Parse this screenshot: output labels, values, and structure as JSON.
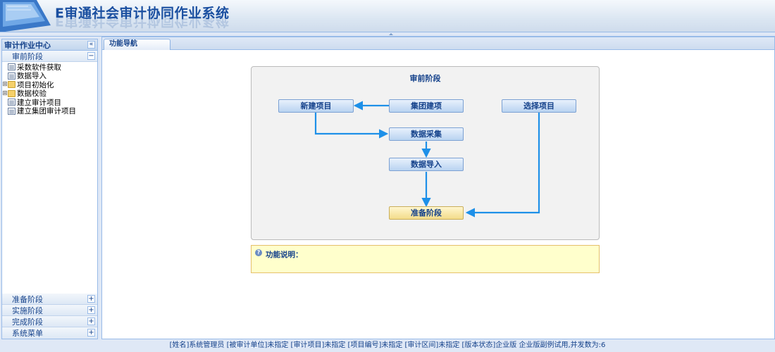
{
  "app": {
    "title": "E审通社会审计协同作业系统"
  },
  "west": {
    "title": "审计作业中心",
    "collapse_symbol": "«",
    "active_section": {
      "label": "审前阶段",
      "tool": "−"
    },
    "tree": [
      {
        "label": "采数软件获取",
        "icon": "doc-icon",
        "expandable": false
      },
      {
        "label": "数据导入",
        "icon": "doc-icon",
        "expandable": false
      },
      {
        "label": "项目初始化",
        "icon": "folder-icon",
        "expandable": true
      },
      {
        "label": "数据校验",
        "icon": "folder-icon",
        "expandable": true
      },
      {
        "label": "建立审计项目",
        "icon": "doc-icon",
        "expandable": false
      },
      {
        "label": "建立集团审计项目",
        "icon": "doc-icon",
        "expandable": false
      }
    ],
    "sections": [
      {
        "label": "准备阶段",
        "tool": "+"
      },
      {
        "label": "实施阶段",
        "tool": "+"
      },
      {
        "label": "完成阶段",
        "tool": "+"
      },
      {
        "label": "系统菜单",
        "tool": "+"
      }
    ]
  },
  "center": {
    "tab": "功能导航",
    "flow": {
      "title": "审前阶段",
      "nodes": {
        "new_project": "新建项目",
        "group_project": "集团建项",
        "select_project": "选择项目",
        "data_collect": "数据采集",
        "data_import": "数据导入",
        "prepare_stage": "准备阶段"
      }
    },
    "info": {
      "label": "功能说明："
    }
  },
  "statusbar": {
    "text": "[姓名]系统管理员 [被审计单位]未指定 [审计项目]未指定 [项目编号]未指定 [审计区间]未指定 [版本状态]企业版 企业版副例试用,并发数为:6"
  },
  "colors": {
    "accent": "#15428b",
    "arrow": "#1e90e8",
    "panel_border": "#99bbe8",
    "info_bg": "#ffffcc"
  }
}
